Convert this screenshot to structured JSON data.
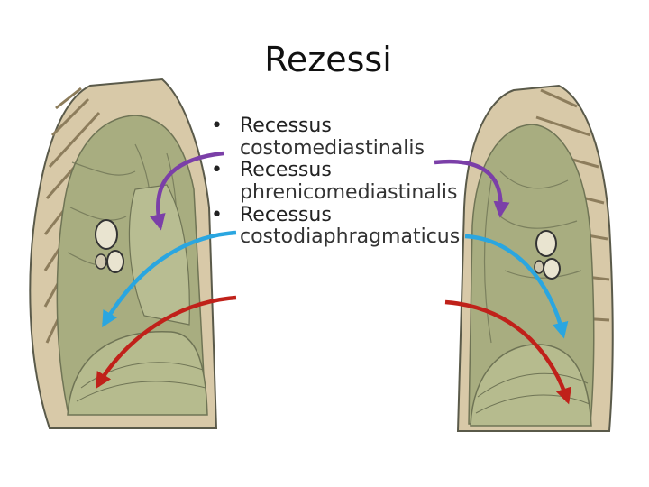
{
  "slide": {
    "title": "Rezessi",
    "bullets": [
      {
        "line1": "Recessus",
        "line2": "costomediastinalis",
        "arrow_color": "#7b3fa8"
      },
      {
        "line1": "Recessus",
        "line2": "phrenicomediastinalis",
        "arrow_color": "#2aa6e0"
      },
      {
        "line1": "Recessus",
        "line2": "costodiaphragmaticus",
        "arrow_color": "#c0211a"
      }
    ],
    "bullet_symbol": "•",
    "images": [
      {
        "name": "left-thoracic-cavity-illustration"
      },
      {
        "name": "right-thoracic-cavity-illustration"
      }
    ],
    "colors": {
      "pleura_green": "#a8ad80",
      "pleura_dark": "#6f7455",
      "bone_tan": "#d8c9a8",
      "outline_gray": "#5a5a4a"
    }
  }
}
